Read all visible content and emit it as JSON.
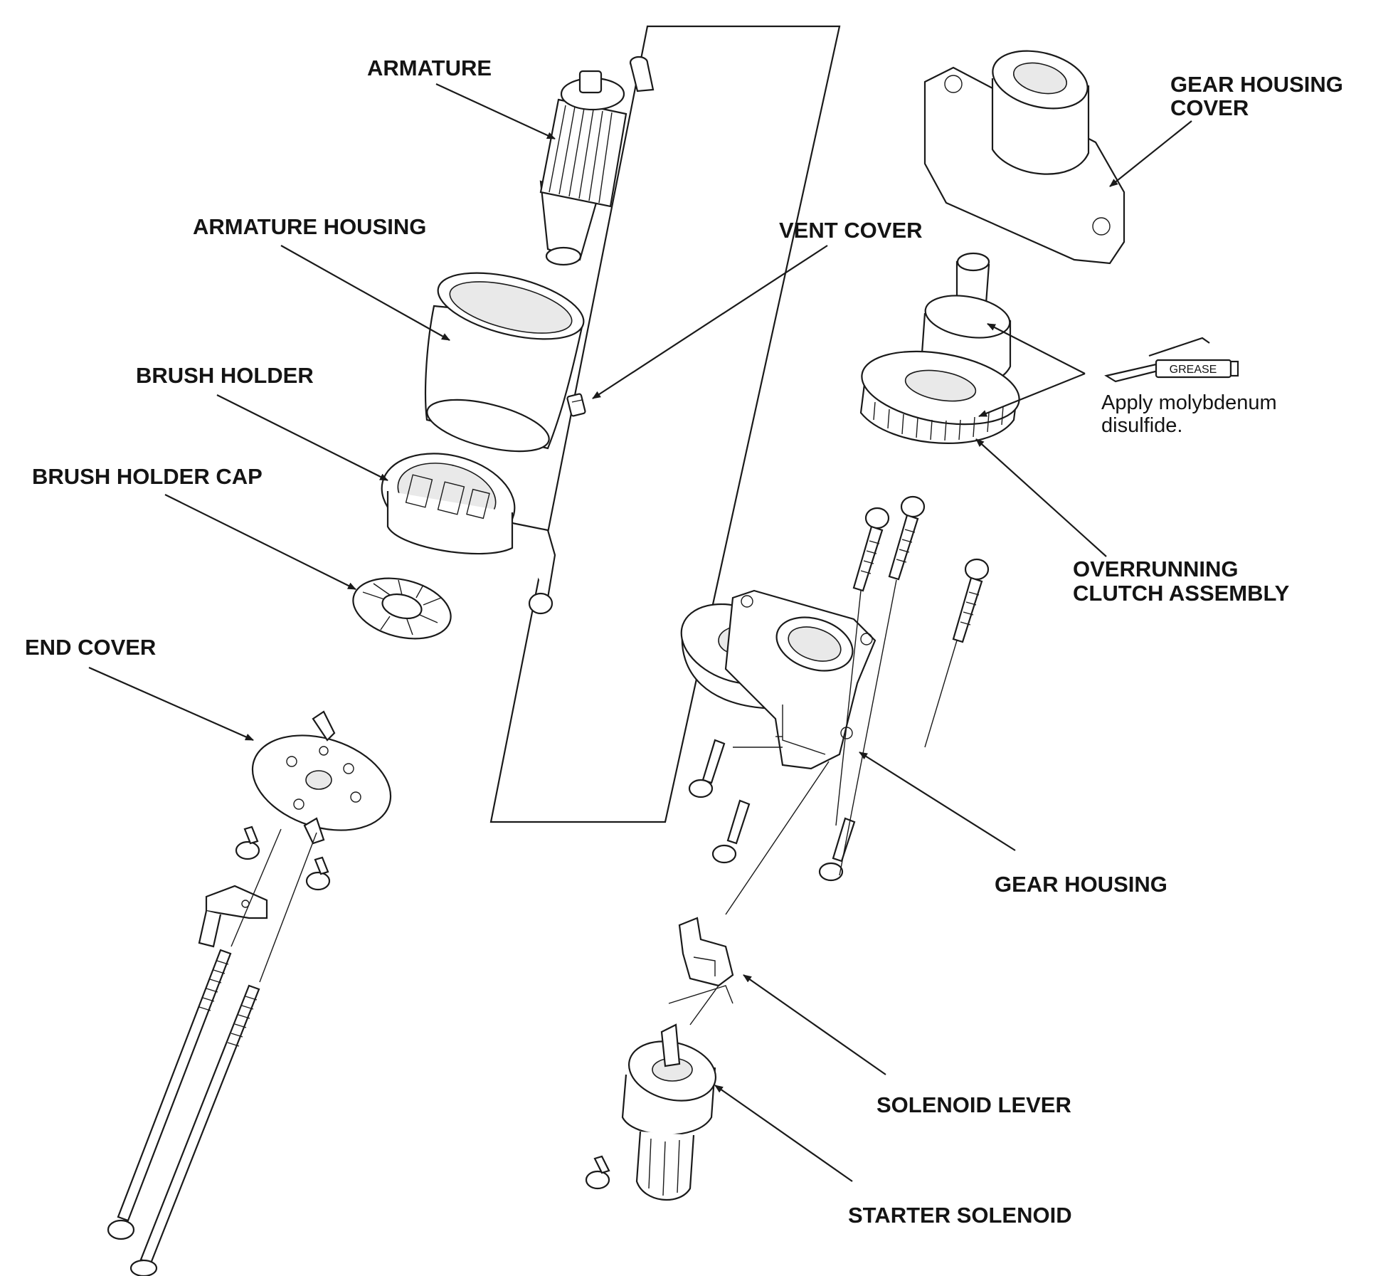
{
  "labels": {
    "armature": "ARMATURE",
    "armature_housing": "ARMATURE HOUSING",
    "vent_cover": "VENT COVER",
    "brush_holder": "BRUSH HOLDER",
    "brush_holder_cap": "BRUSH HOLDER CAP",
    "end_cover": "END COVER",
    "gear_housing_cover_1": "GEAR HOUSING",
    "gear_housing_cover_2": "COVER",
    "overrunning_clutch_1": "OVERRUNNING",
    "overrunning_clutch_2": "CLUTCH ASSEMBLY",
    "gear_housing": "GEAR HOUSING",
    "solenoid_lever": "SOLENOID LEVER",
    "starter_solenoid": "STARTER SOLENOID"
  },
  "grease_note": {
    "tag": "GREASE",
    "line1": "Apply molybdenum",
    "line2": "disulfide."
  },
  "colors": {
    "ink": "#1a1a1a",
    "paper": "#ffffff"
  }
}
